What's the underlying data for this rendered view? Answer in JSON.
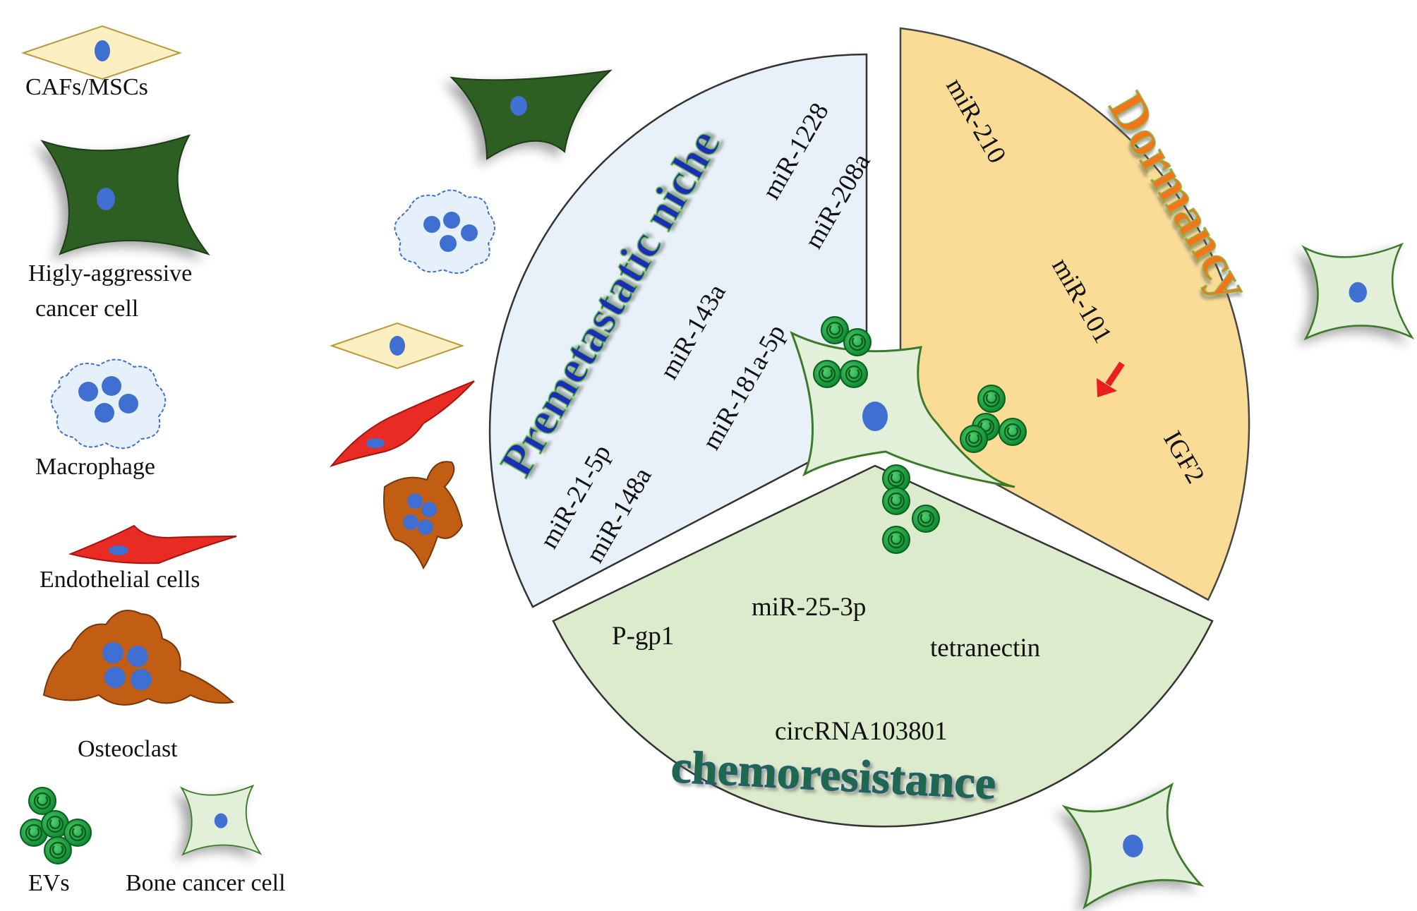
{
  "legend": {
    "cafs": "CAFs/MSCs",
    "aggressive_line1": "Higly-aggressive",
    "aggressive_line2": "cancer cell",
    "macrophage": "Macrophage",
    "endothelial": "Endothelial cells",
    "osteoclast": "Osteoclast",
    "evs": "EVs",
    "bone_cancer": "Bone cancer cell"
  },
  "premetastatic": {
    "title": "Premetastatic niche",
    "mirnas": [
      "miR-1228",
      "miR-208a",
      "miR-143a",
      "miR-181a-5p",
      "miR-21-5p",
      "miR-148a"
    ]
  },
  "dormancy": {
    "title": "Dormancy",
    "items": [
      "miR-210",
      "miR-101",
      "IGF2"
    ]
  },
  "chemoresistance": {
    "title": "chemoresistance",
    "items": [
      "P-gp1",
      "miR-25-3p",
      "tetranectin",
      "circRNA103801"
    ]
  },
  "colors": {
    "premetastatic_fill": "#e8f0fa",
    "dormancy_fill": "#fbd98c",
    "chemoresistance_fill": "#dcebcb",
    "premetastatic_title": "#1b2fb5",
    "dormancy_title": "#f2751f",
    "chemoresistance_title": "#1f6b4a",
    "cafs_fill": "#fcefc2",
    "aggressive_fill": "#2f5e24",
    "macrophage_fill": "#e6f0fa",
    "endothelial_fill": "#e82b23",
    "osteoclast_fill": "#c25d14",
    "ev_fill": "#25b050",
    "bone_cell_fill": "#e3f0d9",
    "nucleus_fill": "#3f6fd1",
    "arrow": "#e81f1f"
  }
}
